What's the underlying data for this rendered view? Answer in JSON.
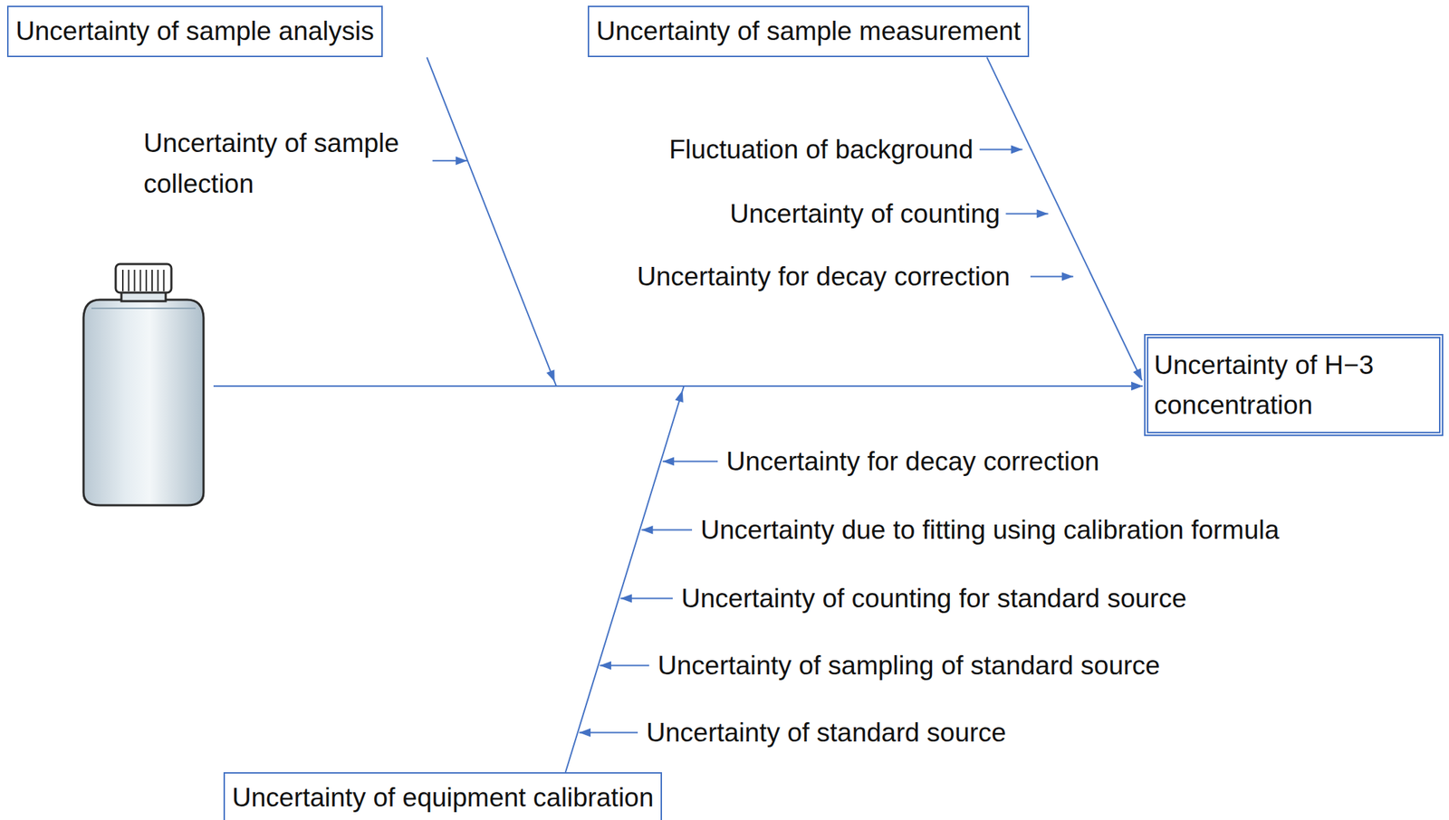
{
  "diagram": {
    "nodes": [
      {
        "text": [
          "Uncertainty of sample analysis"
        ]
      },
      {
        "text": [
          "Uncertainty of sample measurement"
        ]
      },
      {
        "text": [
          "Uncertainty of H−3 concentration"
        ]
      },
      {
        "text": [
          "Uncertainty of equipment calibration"
        ]
      }
    ],
    "edges": [
      {
        "from": 0,
        "to": 2,
        "arrow": "to"
      },
      {
        "from": 1,
        "to": 2,
        "arrow": "to"
      },
      {
        "from": 3,
        "to": 2,
        "arrow": "to"
      }
    ],
    "labels": [
      "Uncertainty of sample collection",
      "Fluctuation of background",
      "Uncertainty of counting",
      "Uncertainty for decay correction",
      "Uncertainty for decay correction",
      "Uncertainty due to fitting using calibration formula",
      "Uncertainty of counting for standard source",
      "Uncertainty of sampling of standard source",
      "Uncertainty of standard source"
    ]
  }
}
